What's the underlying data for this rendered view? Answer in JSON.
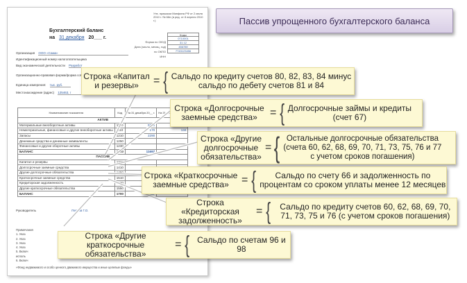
{
  "banner": {
    "title": "Пассив упрощенного бухгалтерского баланса"
  },
  "document": {
    "note": "Утв. приказом Минфина РФ от 2 июля 2010 г. № 66н (в ред. от 8 апреля 2010 г.)",
    "title": "Бухгалтерский баланс",
    "date_prefix": "на",
    "date_value": "31 декабря",
    "date_suffix": "20___ г.",
    "codes_head": "Коды",
    "codes": [
      "0710001",
      "31   12",
      "456789",
      "7743123456"
    ],
    "code_labels": [
      "Форма по ОКУД",
      "Дата (число, месяц, год)",
      "по ОКПО",
      "ИНН"
    ],
    "fields": [
      {
        "label": "Организация",
        "value": "ООО «Сама»"
      },
      {
        "label": "Идентификационный номер налогоплательщика",
        "value": ""
      },
      {
        "label": "Вид экономической деятельности",
        "value": "Разработ"
      },
      {
        "label": "Организационно-правовая форма/форма собственности",
        "value": ""
      },
      {
        "label": "Единица измерения:",
        "value": "тыс. руб."
      },
      {
        "label": "Местонахождение (адрес)",
        "value": "125463, г"
      }
    ],
    "table_header": [
      "Наименование показателя",
      "Код",
      "На 31 декабря 20__ г.",
      "На 31 декабря 20__ г."
    ],
    "rows": [
      {
        "type": "sec",
        "name": "АКТИВ",
        "code": "",
        "v1": "",
        "v2": ""
      },
      {
        "type": "row",
        "name": "Материальные внеоборотные активы",
        "code": "1150",
        "v1": "5605",
        "v2": ""
      },
      {
        "type": "row",
        "name": "Нематериальные, финансовые и другие внеоборотные активы",
        "code": "1110",
        "v1": "170",
        "v2": "134"
      },
      {
        "type": "row",
        "name": "Запасы",
        "code": "1210",
        "v1": "2290",
        "v2": ""
      },
      {
        "type": "row",
        "name": "Денежные средства и денежные эквиваленты",
        "code": "1250",
        "v1": "",
        "v2": ""
      },
      {
        "type": "row",
        "name": "Финансовые и другие оборотные активы",
        "code": "1230",
        "v1": "",
        "v2": ""
      },
      {
        "type": "tot",
        "name": "БАЛАНС",
        "code": "1600",
        "v1": "11697",
        "v2": ""
      },
      {
        "type": "sec",
        "name": "ПАССИВ",
        "code": "",
        "v1": "",
        "v2": ""
      },
      {
        "type": "row",
        "name": "Капитал и резервы",
        "code": "1370",
        "v1": "",
        "v2": ""
      },
      {
        "type": "row",
        "name": "Долгосрочные заемные средства",
        "code": "1410",
        "v1": "",
        "v2": ""
      },
      {
        "type": "row",
        "name": "Другие долгосрочные обязательства",
        "code": "1450",
        "v1": "",
        "v2": ""
      },
      {
        "type": "row",
        "name": "Краткосрочные заемные средства",
        "code": "1510",
        "v1": "",
        "v2": ""
      },
      {
        "type": "row",
        "name": "Кредиторская задолженность",
        "code": "1520",
        "v1": "",
        "v2": ""
      },
      {
        "type": "row",
        "name": "Другие краткосрочные обязательства",
        "code": "1550",
        "v1": "",
        "v2": ""
      },
      {
        "type": "tot",
        "name": "БАЛАНС",
        "code": "1700",
        "v1": "11697",
        "v2": ""
      }
    ],
    "sign_label": "Руководитель",
    "sign_name": "Петров Г.О.",
    "notes_title": "Примечания",
    "notes": [
      "1. Указ",
      "2. Указ",
      "3. Указ",
      "4. Указ",
      "5. Включ",
      "   исполь",
      "6. Включ"
    ],
    "footer": "«Фонд недвижимого и особо ценного движимого имущества и иные целевые фонды»"
  },
  "callouts": [
    {
      "label_lines": [
        "Строка «Капитал",
        "и резервы»"
      ],
      "equals": "=",
      "value_lines": [
        "Сальдо по кредиту счетов 80, 82, 83, 84 минус",
        "сальдо по дебету счетов 81 и 84"
      ]
    },
    {
      "label_lines": [
        "Строка «Долгосрочные",
        "заемные средства»"
      ],
      "equals": "=",
      "value_lines": [
        "Долгосрочные займы и кредиты",
        "(счет 67)"
      ]
    },
    {
      "label_lines": [
        "Строка «Другие",
        "долгосрочные",
        "обязательства»"
      ],
      "equals": "=",
      "value_lines": [
        "Остальные долгосрочные обязательства",
        "(счета 60, 62, 68, 69, 70, 71, 73, 75, 76 и 77",
        "с учетом сроков погашения)"
      ]
    },
    {
      "label_lines": [
        "Строка «Краткосрочные",
        "заемные средства»"
      ],
      "equals": "=",
      "value_lines": [
        "Сальдо по счету 66 и задолженность по",
        "процентам со сроком уплаты менее 12 месяцев"
      ]
    },
    {
      "label_lines": [
        "Строка «Кредиторская",
        "задолженность»"
      ],
      "equals": "=",
      "value_lines": [
        "Сальдо по кредиту счетов 60, 62, 68, 69, 70,",
        "71, 73, 75 и 76 (с учетом сроков погашения)"
      ]
    },
    {
      "label_lines": [
        "Строка «Другие",
        "краткосрочные обязательства»"
      ],
      "equals": "=",
      "value_lines": [
        "Сальдо по счетам 96 и 98"
      ]
    }
  ]
}
